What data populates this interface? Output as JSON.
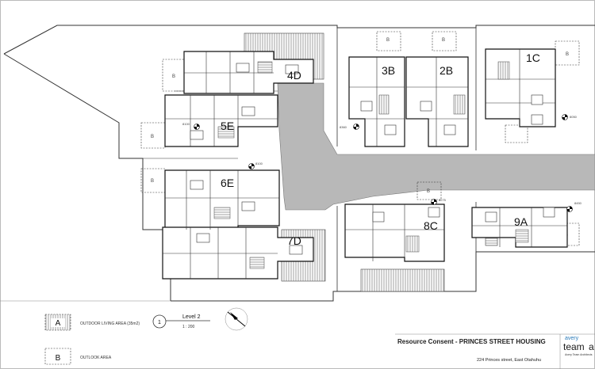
{
  "units": [
    {
      "id": "4D",
      "label": "4D"
    },
    {
      "id": "5E",
      "label": "5E"
    },
    {
      "id": "6E",
      "label": "6E"
    },
    {
      "id": "7D",
      "label": "7D"
    },
    {
      "id": "3B",
      "label": "3B"
    },
    {
      "id": "2B",
      "label": "2B"
    },
    {
      "id": "1C",
      "label": "1C"
    },
    {
      "id": "8C",
      "label": "8C"
    },
    {
      "id": "9A",
      "label": "9A"
    }
  ],
  "small_tags": {
    "outlook": "B",
    "levels": [
      "8100",
      "8100",
      "8360",
      "8050",
      "8275",
      "8450"
    ]
  },
  "legend": {
    "a_letter": "A",
    "a_text": "OUTDOOR LIVING AREA (35m2)",
    "b_letter": "B",
    "b_text": "OUTLOOK AREA"
  },
  "view": {
    "number": "1",
    "name": "Level 2",
    "scale": "1 : 200"
  },
  "title_block": {
    "title": "Resource Consent - PRINCES STREET HOUSING",
    "address": "224 Princes street, East Otahuhu",
    "logo_top": "avery",
    "logo_bottom": "team",
    "logo_cut": "a",
    "firm": "Avery Team Architects",
    "colors": {
      "accent": "#2a7ab8",
      "logo": "#1a1a1a"
    }
  }
}
